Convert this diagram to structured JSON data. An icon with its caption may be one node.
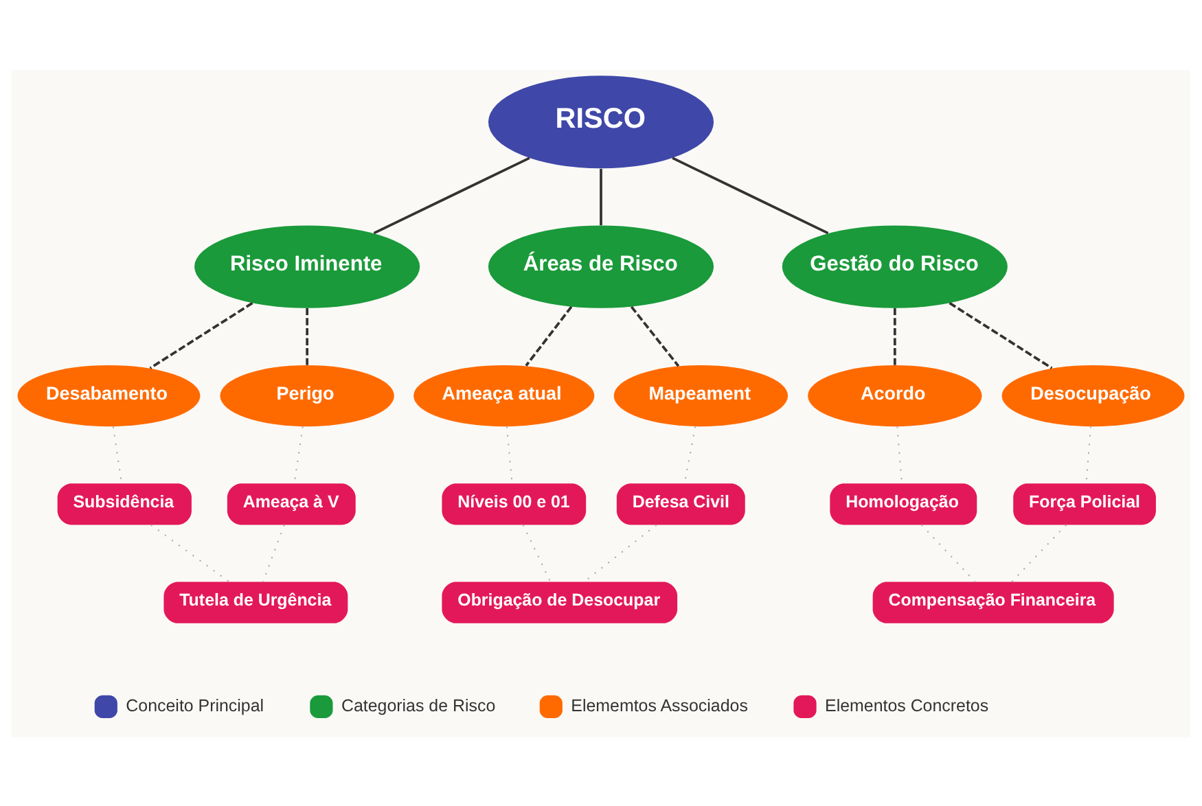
{
  "diagram": {
    "nodes": [
      {
        "text": [
          "RISCO"
        ]
      },
      {
        "text": [
          "Risco Iminente"
        ]
      },
      {
        "text": [
          "Áreas de Risco"
        ]
      },
      {
        "text": [
          "Gestão do Risco"
        ]
      },
      {
        "text": [
          "Desabamento"
        ]
      },
      {
        "text": [
          "Perigo"
        ]
      },
      {
        "text": [
          "Ameaça atual"
        ]
      },
      {
        "text": [
          "Mapeament"
        ]
      },
      {
        "text": [
          "Acordo"
        ]
      },
      {
        "text": [
          "Desocupação"
        ]
      },
      {
        "text": [
          "Subsidência"
        ]
      },
      {
        "text": [
          "Ameaça à V"
        ]
      },
      {
        "text": [
          "Níveis 00 e 01"
        ]
      },
      {
        "text": [
          "Defesa Civil"
        ]
      },
      {
        "text": [
          "Homologação"
        ]
      },
      {
        "text": [
          "Força Policial"
        ]
      },
      {
        "text": [
          "Tutela de Urgência"
        ]
      },
      {
        "text": [
          "Obrigação de Desocupar"
        ]
      },
      {
        "text": [
          "Compensação Financeira"
        ]
      }
    ],
    "edges": [
      {
        "from": 0,
        "to": 1,
        "arrow": "none",
        "color": "#333333"
      },
      {
        "from": 0,
        "to": 2,
        "arrow": "none",
        "color": "#333333"
      },
      {
        "from": 0,
        "to": 3,
        "arrow": "none",
        "color": "#333333"
      },
      {
        "from": 1,
        "to": 4,
        "arrow": "none",
        "style": "dashed",
        "color": "#333333"
      },
      {
        "from": 1,
        "to": 5,
        "arrow": "none",
        "style": "dashed",
        "color": "#333333"
      },
      {
        "from": 2,
        "to": 6,
        "arrow": "none",
        "style": "dashed",
        "color": "#333333"
      },
      {
        "from": 2,
        "to": 7,
        "arrow": "none",
        "style": "dashed",
        "color": "#333333"
      },
      {
        "from": 3,
        "to": 8,
        "arrow": "none",
        "style": "dashed",
        "color": "#333333"
      },
      {
        "from": 3,
        "to": 9,
        "arrow": "none",
        "style": "dashed",
        "color": "#333333"
      },
      {
        "from": 4,
        "to": 10,
        "arrow": "none",
        "style": "dashed",
        "color": "#aaaaaa"
      },
      {
        "from": 5,
        "to": 11,
        "arrow": "none",
        "style": "dashed",
        "color": "#aaaaaa"
      },
      {
        "from": 6,
        "to": 12,
        "arrow": "none",
        "style": "dashed",
        "color": "#aaaaaa"
      },
      {
        "from": 7,
        "to": 13,
        "arrow": "none",
        "style": "dashed",
        "color": "#aaaaaa"
      },
      {
        "from": 8,
        "to": 14,
        "arrow": "none",
        "style": "dashed",
        "color": "#aaaaaa"
      },
      {
        "from": 9,
        "to": 15,
        "arrow": "none",
        "style": "dashed",
        "color": "#aaaaaa"
      },
      {
        "from": 10,
        "to": 16,
        "arrow": "none",
        "style": "dashed",
        "color": "#aaaaaa"
      },
      {
        "from": 11,
        "to": 16,
        "arrow": "none",
        "style": "dashed",
        "color": "#aaaaaa"
      },
      {
        "from": 12,
        "to": 17,
        "arrow": "none",
        "style": "dashed",
        "color": "#aaaaaa"
      },
      {
        "from": 13,
        "to": 17,
        "arrow": "none",
        "style": "dashed",
        "color": "#aaaaaa"
      },
      {
        "from": 14,
        "to": 18,
        "arrow": "none",
        "style": "dashed",
        "color": "#aaaaaa"
      },
      {
        "from": 15,
        "to": 18,
        "arrow": "none",
        "style": "dashed",
        "color": "#aaaaaa"
      }
    ],
    "legend": [
      {
        "text": "Conceito Principal",
        "color": "#3f48a8"
      },
      {
        "text": "Categorias de Risco",
        "color": "#1a9a3a"
      },
      {
        "text": "Elememtos Associados",
        "color": "#ff6a00"
      },
      {
        "text": "Elementos Concretos",
        "color": "#e3185a"
      }
    ]
  }
}
